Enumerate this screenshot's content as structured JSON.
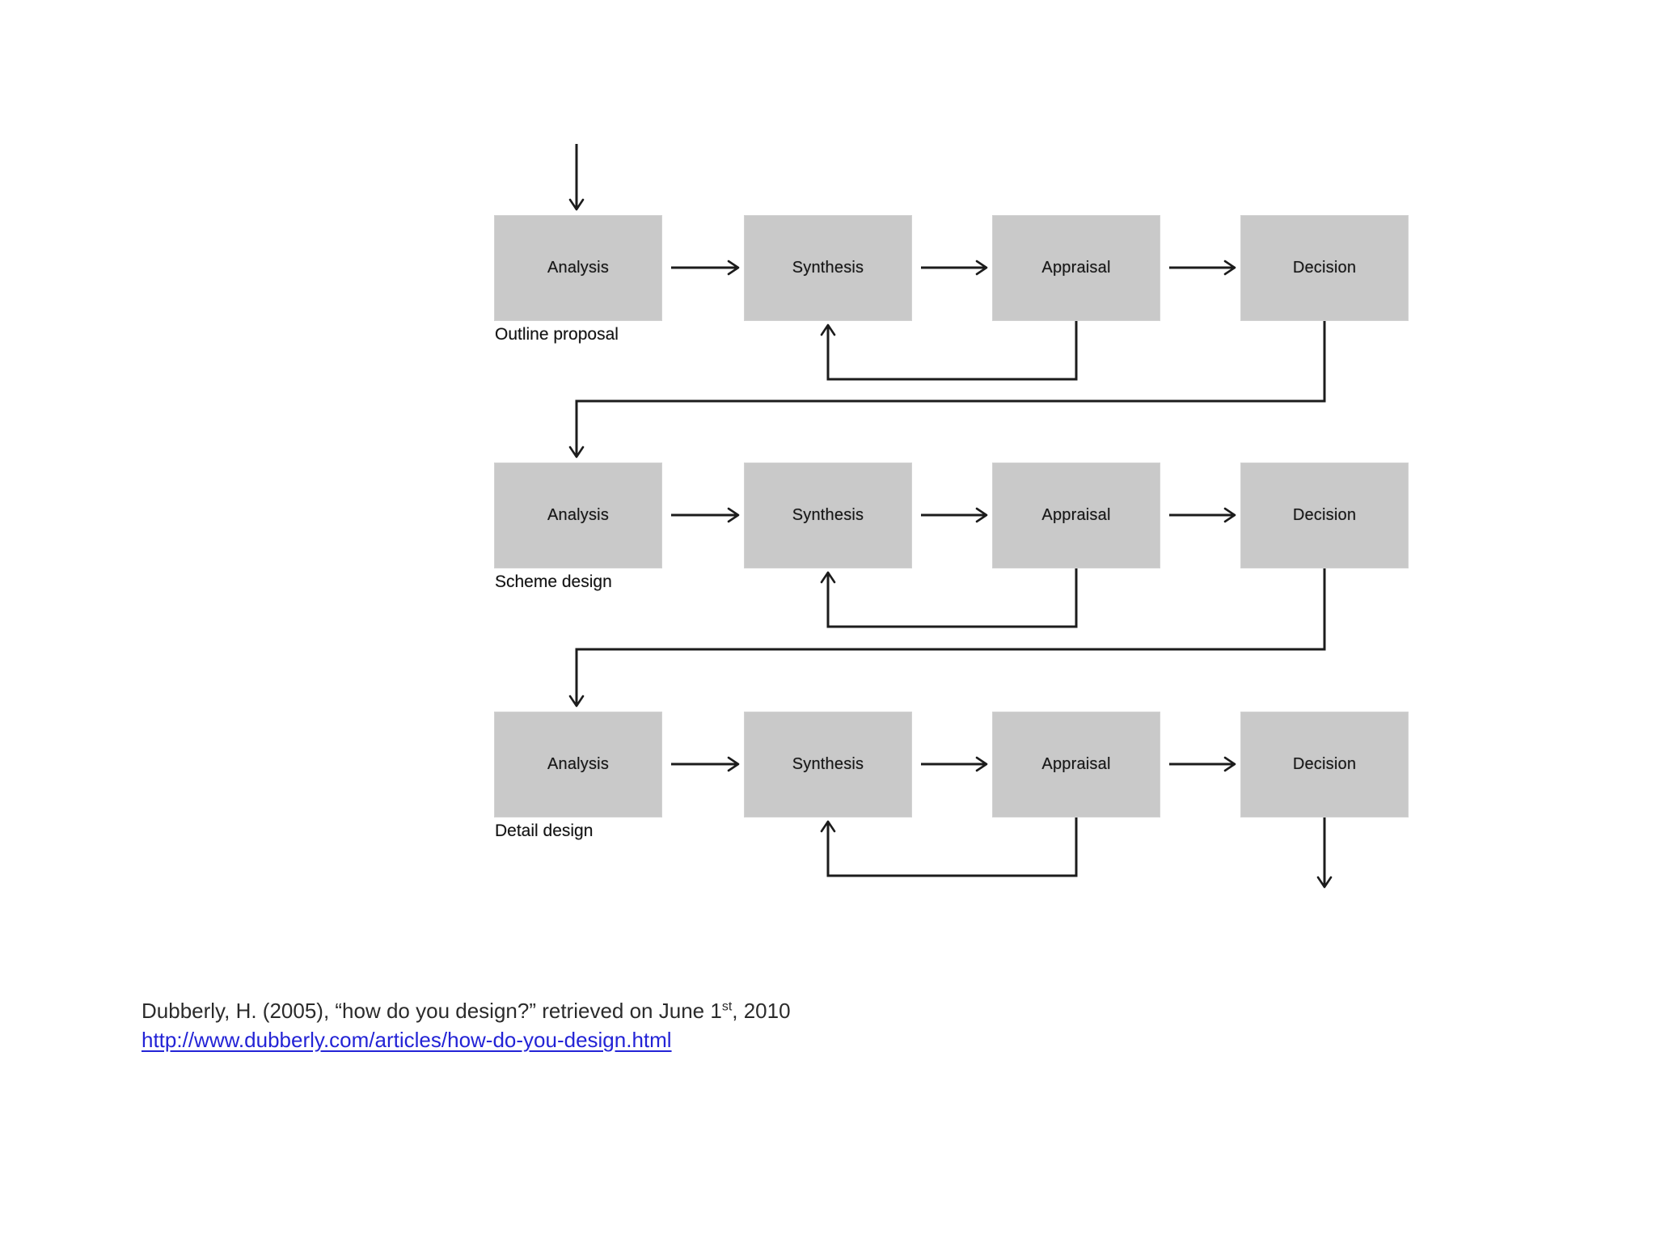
{
  "diagram": {
    "rows": [
      {
        "phase": "Outline proposal",
        "boxes": [
          "Analysis",
          "Synthesis",
          "Appraisal",
          "Decision"
        ]
      },
      {
        "phase": "Scheme design",
        "boxes": [
          "Analysis",
          "Synthesis",
          "Appraisal",
          "Decision"
        ]
      },
      {
        "phase": "Detail design",
        "boxes": [
          "Analysis",
          "Synthesis",
          "Appraisal",
          "Decision"
        ]
      }
    ],
    "colors": {
      "box_fill": "#c9c9c9",
      "line": "#1c1c1c",
      "label_text": "#161616"
    }
  },
  "citation": {
    "line1_before": "Dubberly, H. (2005), “how do you design?” retrieved on June 1",
    "superscript": "st",
    "line1_after": ", 2010",
    "link_text": "http://www.dubberly.com/articles/how-do-you-design.html",
    "link_color": "#2323d6"
  }
}
